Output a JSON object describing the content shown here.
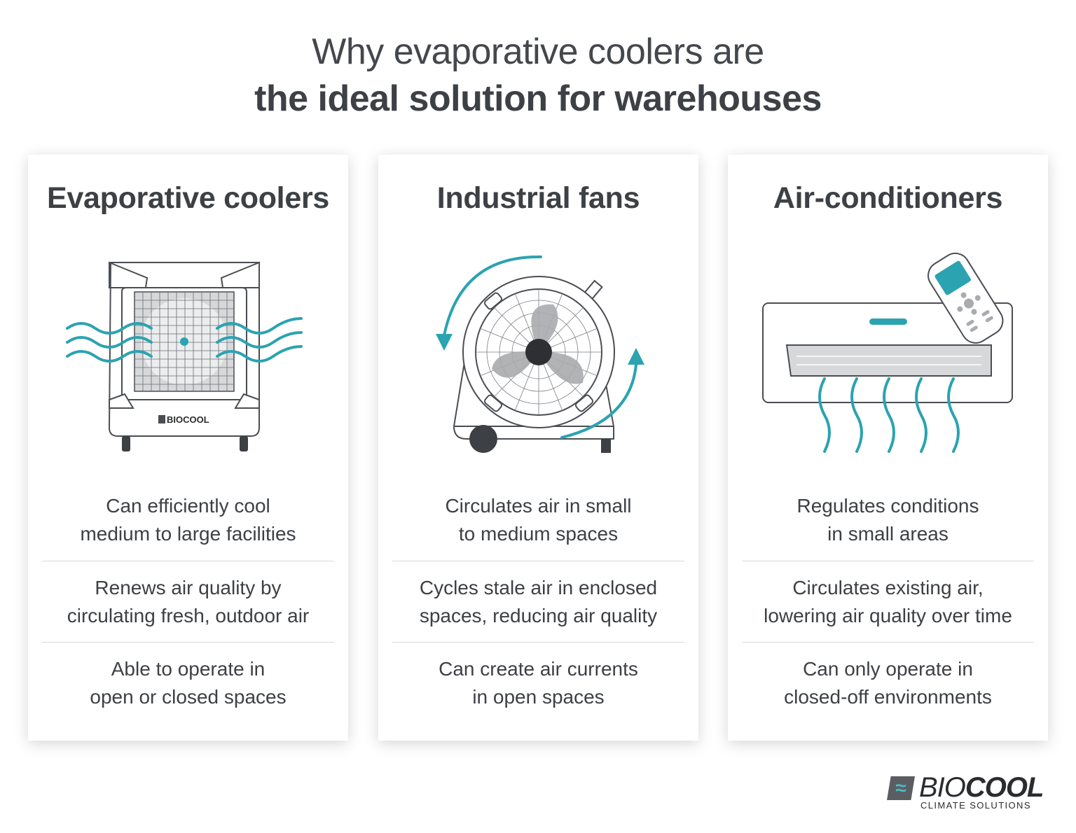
{
  "header": {
    "title_line1": "Why evaporative coolers are",
    "title_line2": "the ideal solution for warehouses"
  },
  "cards": [
    {
      "title": "Evaporative coolers",
      "illustration": "evaporative-cooler-icon",
      "device_label": "BIOCOOL",
      "features": [
        {
          "line1": "Can efficiently cool",
          "line2": "medium to large facilities"
        },
        {
          "line1": "Renews air quality by",
          "line2": "circulating fresh, outdoor air"
        },
        {
          "line1": "Able to operate in",
          "line2": "open or closed spaces"
        }
      ]
    },
    {
      "title": "Industrial fans",
      "illustration": "industrial-fan-icon",
      "features": [
        {
          "line1": "Circulates air in small",
          "line2": "to medium spaces"
        },
        {
          "line1": "Cycles stale air in enclosed",
          "line2": "spaces, reducing air quality"
        },
        {
          "line1": "Can create air currents",
          "line2": "in open spaces"
        }
      ]
    },
    {
      "title": "Air-conditioners",
      "illustration": "air-conditioner-icon",
      "features": [
        {
          "line1": "Regulates conditions",
          "line2": "in small areas"
        },
        {
          "line1": "Circulates existing air,",
          "line2": "lowering air quality over time"
        },
        {
          "line1": "Can only operate in",
          "line2": "closed-off environments"
        }
      ]
    }
  ],
  "brand": {
    "name_light": "BIO",
    "name_bold": "COOL",
    "tagline": "CLIMATE SOLUTIONS",
    "mark_glyph": "≈"
  },
  "colors": {
    "accent_teal": "#2ba3b0",
    "text_dark": "#3d4044",
    "line_gray": "#5a5d62"
  }
}
